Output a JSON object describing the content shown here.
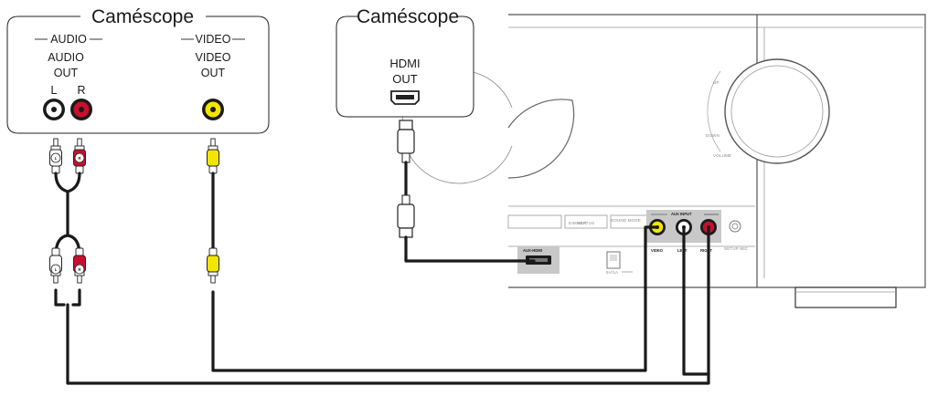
{
  "camcorder_analog": {
    "title": "Caméscope",
    "audio_header": "AUDIO",
    "video_header": "VIDEO",
    "audio_out_line1": "AUDIO",
    "audio_out_line2": "OUT",
    "video_out_line1": "VIDEO",
    "video_out_line2": "OUT",
    "left_label": "L",
    "right_label": "R"
  },
  "camcorder_hdmi": {
    "title": "Caméscope",
    "hdmi_line1": "HDMI",
    "hdmi_line2": "OUT"
  },
  "cable_audio": {
    "left_mark": "L",
    "right_mark": "R"
  },
  "receiver": {
    "aux_input_label": "AUX INPUT",
    "video_jack_label": "VIDEO",
    "left_jack_label": "LEFT",
    "right_jack_label": "RIGHT",
    "setup_mic_label": "SETUP MIC",
    "aux_hdmi_label": "AUX-HDMI",
    "usb_label": "5V/1A",
    "up_label": "UP",
    "down_label": "DOWN",
    "volume_label": "VOLUME",
    "button_labels": [
      "DIMMER",
      "STATUS",
      "SOUND MODE"
    ]
  },
  "colors": {
    "audio_left": "#ffffff",
    "audio_right": "#c8102e",
    "video": "#f2e600",
    "panel_gray": "#c8c8c8"
  }
}
